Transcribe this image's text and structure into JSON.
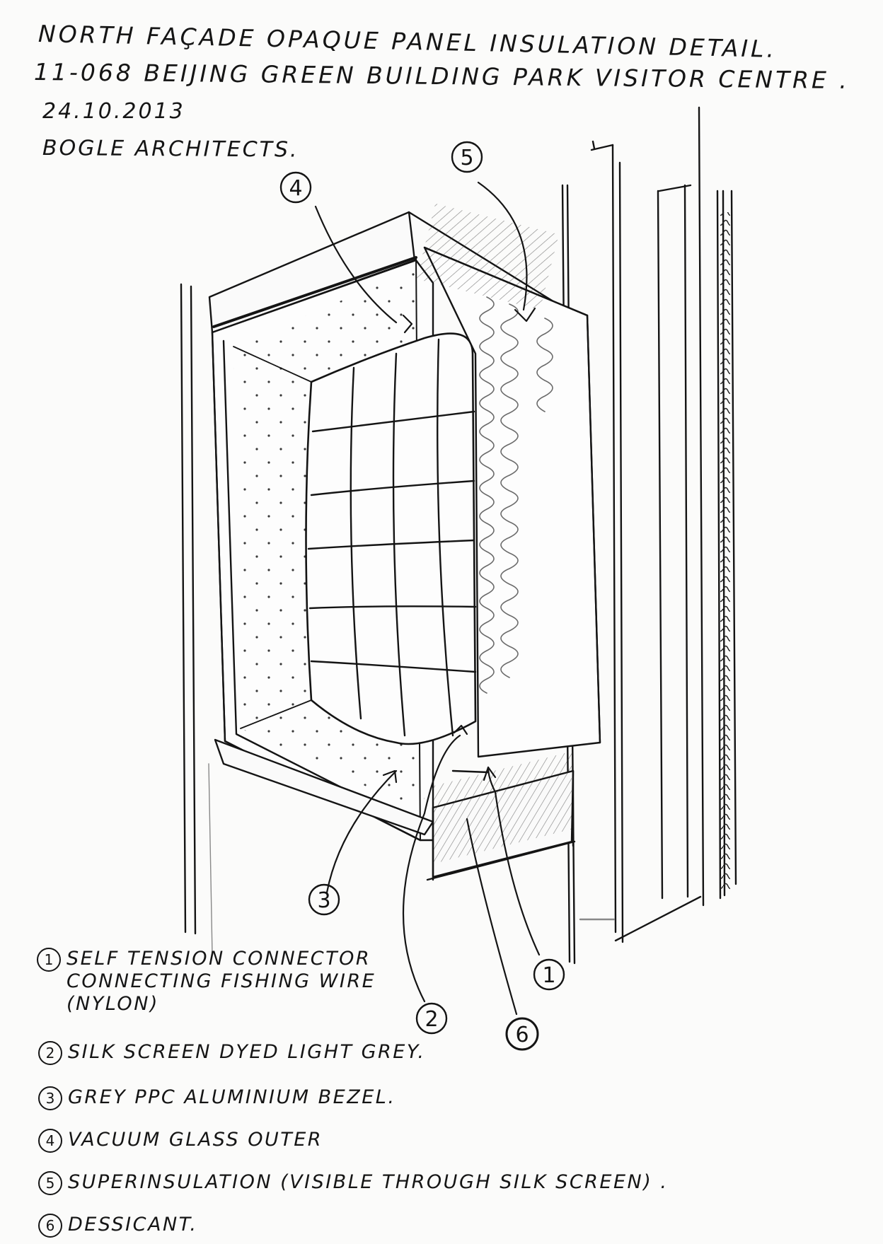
{
  "title": {
    "line1": "North Façade Opaque Panel Insulation Detail.",
    "line2": "11-068 Beijing Green Building Park Visitor Centre .",
    "date": "24.10.2013",
    "author": "Bogle Architects."
  },
  "callouts": [
    "1",
    "2",
    "3",
    "4",
    "5",
    "6"
  ],
  "legend": [
    {
      "num": "1",
      "lines": [
        "Self tension connector",
        "connecting fishing wire",
        "(nylon)"
      ]
    },
    {
      "num": "2",
      "lines": [
        "Silk screen dyed light grey."
      ]
    },
    {
      "num": "3",
      "lines": [
        "Grey PPC aluminium bezel."
      ]
    },
    {
      "num": "4",
      "lines": [
        "Vacuum glass outer"
      ]
    },
    {
      "num": "5",
      "lines": [
        "Superinsulation (visible through silk screen) ."
      ]
    },
    {
      "num": "6",
      "lines": [
        "Dessicant."
      ]
    }
  ],
  "colors": {
    "paper": "#fbfbfa",
    "ink": "#141414",
    "pencil": "#7a7a7a"
  }
}
